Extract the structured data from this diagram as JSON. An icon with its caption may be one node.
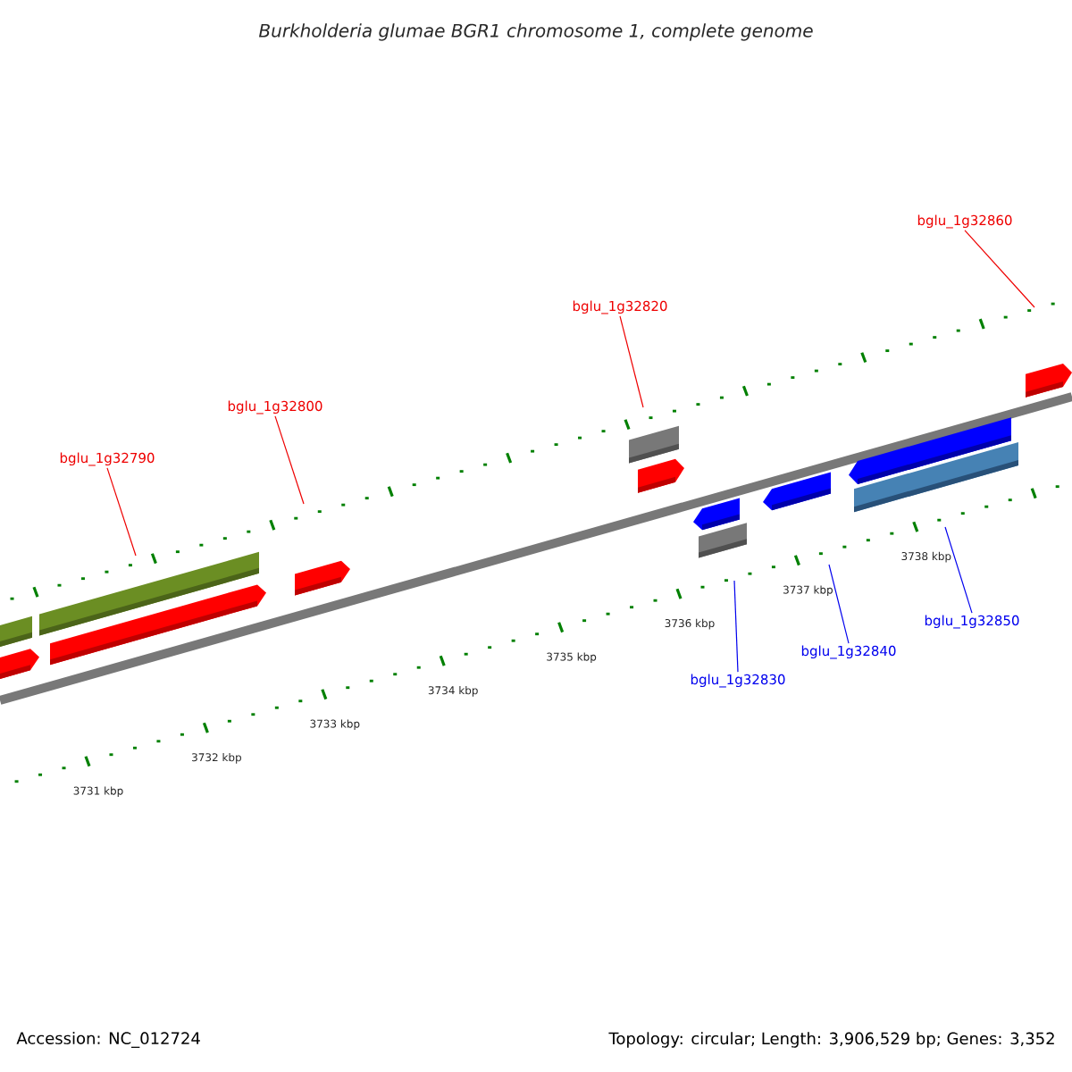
{
  "diagram": {
    "title": "Burkholderia glumae BGR1 chromosome 1, complete genome",
    "nodes": [
      {
        "text": [
          "bglu_1g32790"
        ]
      },
      {
        "text": [
          "bglu_1g32800"
        ]
      },
      {
        "text": [
          "bglu_1g32820"
        ]
      },
      {
        "text": [
          "bglu_1g32860"
        ]
      },
      {
        "text": [
          "bglu_1g32830"
        ]
      },
      {
        "text": [
          "bglu_1g32840"
        ]
      },
      {
        "text": [
          "bglu_1g32850"
        ]
      }
    ],
    "edges": [
      {
        "from": 0,
        "to": null,
        "arrow": "none",
        "color": "#ee0000"
      },
      {
        "from": 1,
        "to": null,
        "arrow": "none",
        "color": "#ee0000"
      },
      {
        "from": 2,
        "to": null,
        "arrow": "none",
        "color": "#ee0000"
      },
      {
        "from": 3,
        "to": null,
        "arrow": "none",
        "color": "#ee0000"
      },
      {
        "from": 4,
        "to": null,
        "arrow": "none",
        "color": "#0000ee"
      },
      {
        "from": 5,
        "to": null,
        "arrow": "none",
        "color": "#0000ee"
      },
      {
        "from": 6,
        "to": null,
        "arrow": "none",
        "color": "#0000ee"
      }
    ],
    "labels": [
      "3731 kbp",
      "3732 kbp",
      "3733 kbp",
      "3734 kbp",
      "3735 kbp",
      "3736 kbp",
      "3737 kbp",
      "3738 kbp",
      "Accession: NC_012724",
      "Topology: circular; Length: 3,906,529 bp; Genes: 3,352"
    ]
  }
}
